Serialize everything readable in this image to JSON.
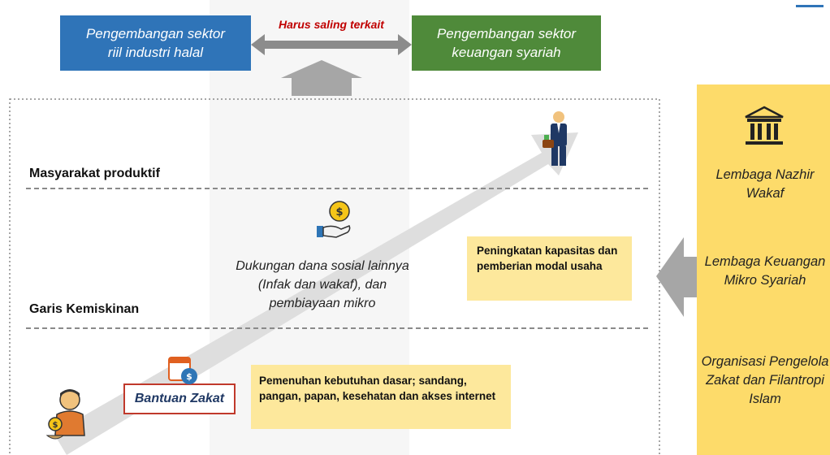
{
  "top": {
    "left_box": "Pengembangan sektor riil industri halal",
    "link_label": "Harus saling terkait",
    "right_box": "Pengembangan sektor keuangan syariah"
  },
  "levels": {
    "productive": "Masyarakat produktif",
    "poverty_line": "Garis Kemiskinan"
  },
  "middle_text": "Dukungan dana sosial lainnya (Infak dan wakaf), dan pembiayaan mikro",
  "notes": {
    "capacity": "Peningkatan kapasitas dan pemberian modal usaha",
    "basic_needs": "Pemenuhan kebutuhan dasar; sandang, pangan, papan, kesehatan dan akses internet"
  },
  "zakat_label": "Bantuan Zakat",
  "side_panel": {
    "items": [
      "Lembaga Nazhir Wakaf",
      "Lembaga Keuangan Mikro Syariah",
      "Organisasi Pengelola Zakat dan Filantropi Islam"
    ]
  },
  "icons": {
    "bank": "bank-icon",
    "hand_coin": "hand-coin-icon",
    "businessman": "businessman-icon",
    "poor_person": "poor-person-icon",
    "calendar_money": "calendar-money-icon"
  },
  "colors": {
    "blue_box": "#2f74b8",
    "green_box": "#4f8a3a",
    "side_panel": "#fddb6a",
    "note_bg": "#fde89c",
    "red_label": "#c00000"
  }
}
